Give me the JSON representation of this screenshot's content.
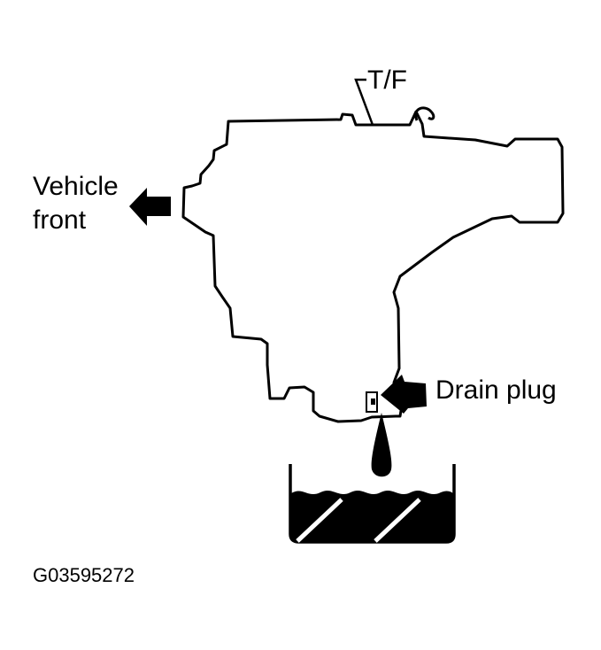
{
  "labels": {
    "transfer_case": "T/F",
    "vehicle_front_line1": "Vehicle",
    "vehicle_front_line2": "front",
    "drain_plug": "Drain plug",
    "figure_code": "G03595272"
  },
  "colors": {
    "ink": "#000000",
    "paper": "#ffffff"
  }
}
